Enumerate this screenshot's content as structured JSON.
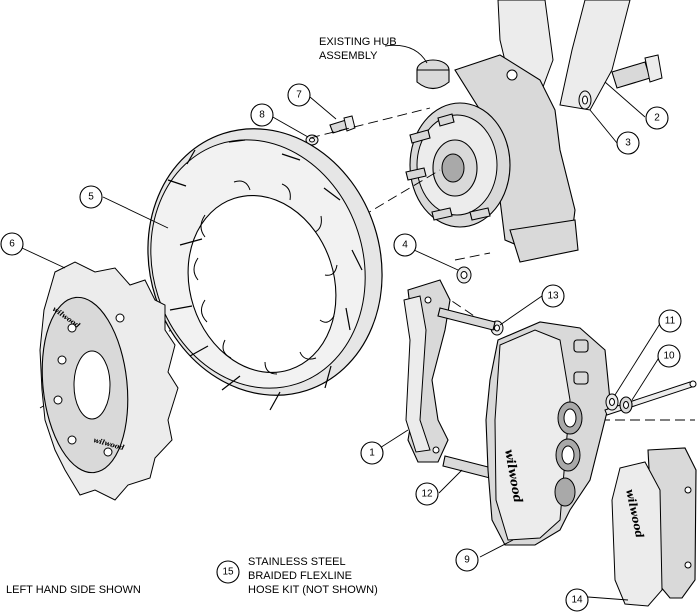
{
  "labels": {
    "existing_hub_line1": "EXISTING HUB",
    "existing_hub_line2": "ASSEMBLY",
    "left_hand": "LEFT HAND SIDE SHOWN",
    "kit_line1": "STAINLESS STEEL",
    "kit_line2": "BRAIDED FLEXLINE",
    "kit_line3": "HOSE KIT (NOT SHOWN)",
    "kit_number": "15"
  },
  "callouts": {
    "c1": "1",
    "c2": "2",
    "c3": "3",
    "c4": "4",
    "c5": "5",
    "c6": "6",
    "c7": "7",
    "c8": "8",
    "c9": "9",
    "c10": "10",
    "c11": "11",
    "c12": "12",
    "c13": "13",
    "c14": "14"
  },
  "logos": {
    "hat_logo": "wilwood",
    "caliper_logo": "wilwood",
    "pad_logo": "wilwood"
  },
  "colors": {
    "line": "#000000",
    "metal": "#d9d9d9",
    "background": "#ffffff"
  }
}
